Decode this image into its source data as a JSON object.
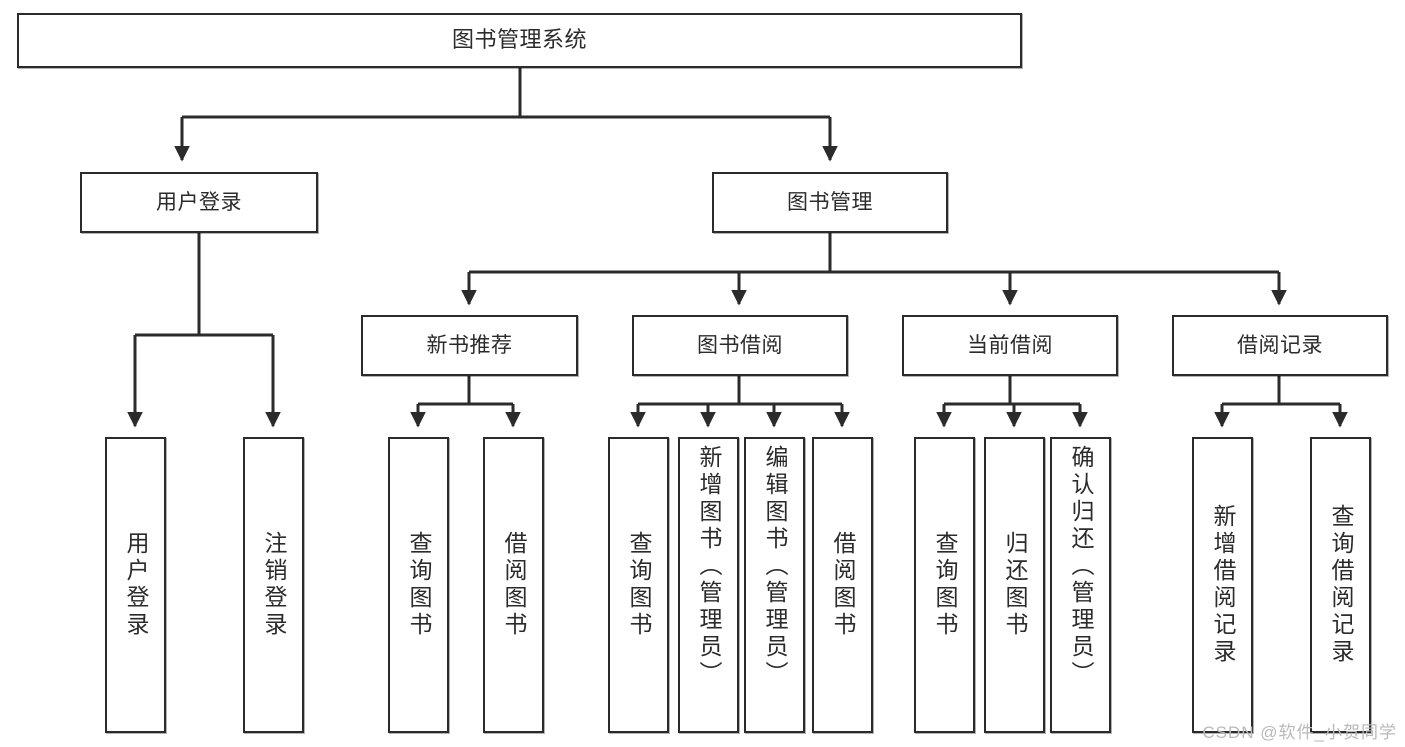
{
  "diagram": {
    "title": "图书管理系统",
    "type": "tree-hierarchy-chart",
    "watermark": "CSDN @软件_小贺同学",
    "colors": {
      "stroke": "#2b2b2b",
      "fill": "#ffffff",
      "text": "#2b2b2b",
      "watermark": "#b9b9b9"
    },
    "nodes": {
      "root": {
        "label": "图书管理系统",
        "level": 0
      },
      "level1": [
        {
          "id": "user-login",
          "label": "用户登录"
        },
        {
          "id": "book-manage",
          "label": "图书管理"
        }
      ],
      "level2": [
        {
          "id": "new-book-recommend",
          "label": "新书推荐"
        },
        {
          "id": "book-borrow",
          "label": "图书借阅"
        },
        {
          "id": "current-borrow",
          "label": "当前借阅"
        },
        {
          "id": "borrow-record",
          "label": "借阅记录"
        }
      ],
      "leaves": {
        "user-login": [
          {
            "id": "leaf-user-login",
            "label": "用户登录"
          },
          {
            "id": "leaf-logout",
            "label": "注销登录"
          }
        ],
        "new-book-recommend": [
          {
            "id": "leaf-query-book-1",
            "label": "查询图书"
          },
          {
            "id": "leaf-borrow-book-1",
            "label": "借阅图书"
          }
        ],
        "book-borrow": [
          {
            "id": "leaf-query-book-2",
            "label": "查询图书"
          },
          {
            "id": "leaf-add-book",
            "label": "新增图书（管理员）"
          },
          {
            "id": "leaf-edit-book",
            "label": "编辑图书（管理员）"
          },
          {
            "id": "leaf-borrow-book-2",
            "label": "借阅图书"
          }
        ],
        "current-borrow": [
          {
            "id": "leaf-query-book-3",
            "label": "查询图书"
          },
          {
            "id": "leaf-return-book",
            "label": "归还图书"
          },
          {
            "id": "leaf-confirm-return",
            "label": "确认归还（管理员）"
          }
        ],
        "borrow-record": [
          {
            "id": "leaf-add-record",
            "label": "新增借阅记录"
          },
          {
            "id": "leaf-query-record",
            "label": "查询借阅记录"
          }
        ]
      }
    }
  }
}
